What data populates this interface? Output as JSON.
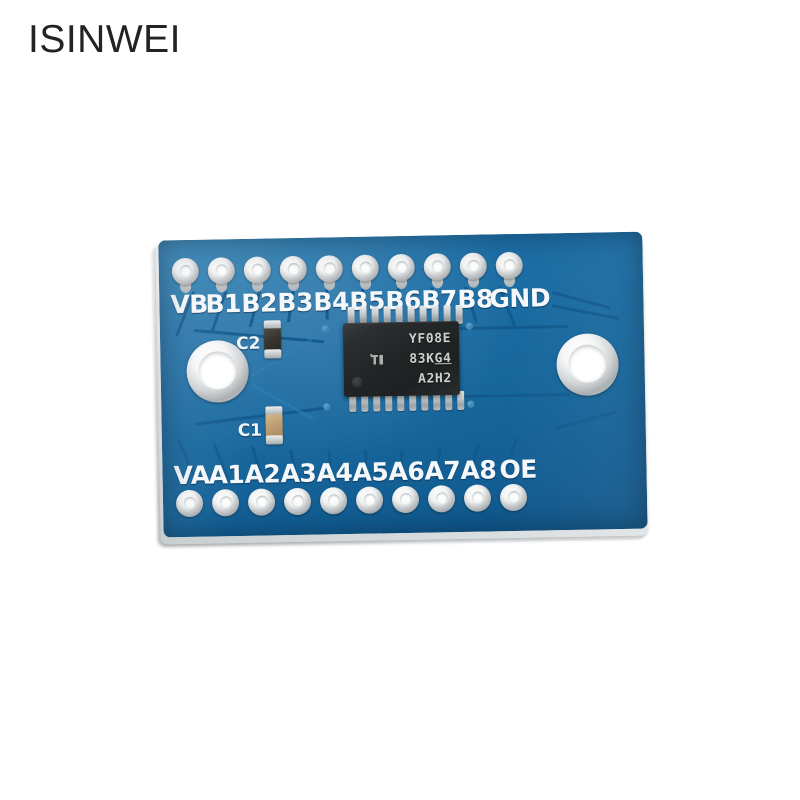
{
  "brand": {
    "watermark": "ISINWEI"
  },
  "board": {
    "name": "logic-level-converter-pcb",
    "solder_mask_color": "#17679d",
    "trace_color": "#12598d",
    "silkscreen_color": "#f4f8fa",
    "substrate_edge_color": "#d7dbdd"
  },
  "pins": {
    "top_row": [
      {
        "label": "VB"
      },
      {
        "label": "B1"
      },
      {
        "label": "B2"
      },
      {
        "label": "B3"
      },
      {
        "label": "B4"
      },
      {
        "label": "B5"
      },
      {
        "label": "B6"
      },
      {
        "label": "B7"
      },
      {
        "label": "B8"
      },
      {
        "label": "GND"
      }
    ],
    "bottom_row": [
      {
        "label": "VA"
      },
      {
        "label": "A1"
      },
      {
        "label": "A2"
      },
      {
        "label": "A3"
      },
      {
        "label": "A4"
      },
      {
        "label": "A5"
      },
      {
        "label": "A6"
      },
      {
        "label": "A7"
      },
      {
        "label": "A8"
      },
      {
        "label": "OE"
      }
    ]
  },
  "ic": {
    "name": "tssop-20-ic",
    "body_color": "#232527",
    "marking_line_1": "YF08E",
    "marking_line_2_prefix": "83K",
    "marking_line_2_suffix": "G4",
    "marking_line_3": "A2H2",
    "manufacturer_logo": "texas-instruments-logo",
    "lead_count_per_side": 10
  },
  "components": {
    "capacitors": [
      {
        "designator": "C2",
        "body_color": "#38362f"
      },
      {
        "designator": "C1",
        "body_color": "#c0a175"
      }
    ],
    "mounting_holes": [
      {
        "name": "mounting-hole-left"
      },
      {
        "name": "mounting-hole-right"
      }
    ]
  }
}
